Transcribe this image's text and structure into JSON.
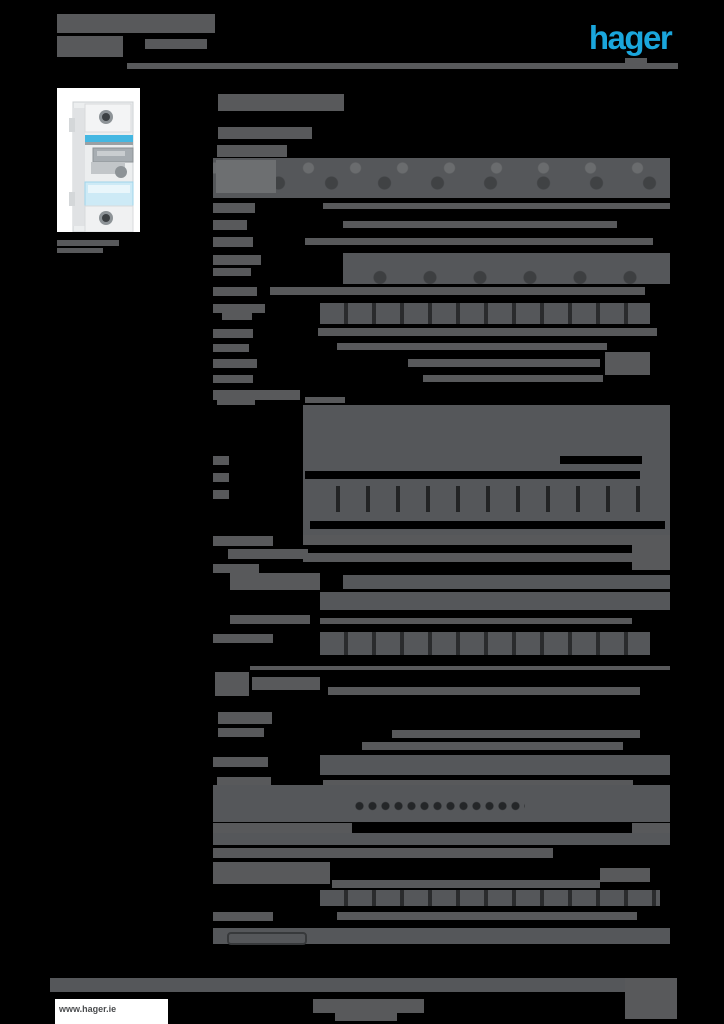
{
  "logo": {
    "text": "hager",
    "color": "#1AA6DC"
  },
  "footer": {
    "url": "www.hager.ie"
  },
  "product_image": {
    "name": "single-pole-mcb-product-photo",
    "colors": {
      "body": "#eceeef",
      "edge": "#cdd0d3",
      "stripe_blue": "#44b7e2",
      "label_cyan": "#cdeaf6",
      "toggle_gray": "#a7adb2",
      "screw": "#6e7478"
    }
  },
  "colors": {
    "background": "#000000",
    "redaction_gray": "#58595b",
    "band_gray": "#55575a",
    "accent_blue": "#1AA6DC",
    "footer_text": "#4a4c4e",
    "white": "#ffffff"
  },
  "redactions": {
    "note": "all body text of the datasheet is rasterized/illegible; bars replicate its layout",
    "bars": [
      [
        57,
        14,
        158,
        19,
        "bar"
      ],
      [
        57,
        36,
        66,
        21,
        "bar"
      ],
      [
        145,
        39,
        62,
        10,
        "bar"
      ],
      [
        127,
        63,
        551,
        6,
        "bar"
      ],
      [
        625,
        58,
        22,
        6,
        "bar"
      ],
      [
        57,
        240,
        62,
        6,
        "bar"
      ],
      [
        57,
        248,
        46,
        5,
        "bar"
      ],
      [
        218,
        94,
        126,
        17,
        "bar"
      ],
      [
        218,
        127,
        94,
        12,
        "bar"
      ],
      [
        217,
        145,
        70,
        12,
        "bar"
      ],
      [
        213,
        158,
        457,
        40,
        "band1"
      ],
      [
        216,
        160,
        60,
        33,
        "light"
      ],
      [
        213,
        203,
        42,
        10,
        "bar"
      ],
      [
        323,
        203,
        347,
        6,
        "bar"
      ],
      [
        213,
        220,
        34,
        10,
        "bar"
      ],
      [
        343,
        221,
        274,
        7,
        "bar"
      ],
      [
        213,
        237,
        40,
        10,
        "bar"
      ],
      [
        305,
        238,
        348,
        7,
        "bar"
      ],
      [
        213,
        255,
        48,
        10,
        "bar"
      ],
      [
        213,
        268,
        38,
        8,
        "bar"
      ],
      [
        343,
        253,
        327,
        31,
        "band2"
      ],
      [
        213,
        287,
        44,
        9,
        "bar"
      ],
      [
        270,
        287,
        375,
        8,
        "bar"
      ],
      [
        213,
        304,
        52,
        9,
        "bar"
      ],
      [
        222,
        313,
        30,
        7,
        "bar"
      ],
      [
        320,
        303,
        330,
        21,
        "ticks"
      ],
      [
        213,
        329,
        40,
        9,
        "bar"
      ],
      [
        318,
        328,
        339,
        8,
        "bar"
      ],
      [
        213,
        344,
        36,
        8,
        "bar"
      ],
      [
        337,
        343,
        270,
        7,
        "bar"
      ],
      [
        213,
        359,
        44,
        9,
        "bar"
      ],
      [
        408,
        359,
        192,
        8,
        "bar"
      ],
      [
        605,
        352,
        45,
        23,
        "bar"
      ],
      [
        213,
        375,
        40,
        8,
        "bar"
      ],
      [
        423,
        375,
        180,
        7,
        "bar"
      ],
      [
        213,
        390,
        87,
        10,
        "bar"
      ],
      [
        305,
        397,
        40,
        6,
        "bar"
      ],
      [
        217,
        396,
        38,
        9,
        "bar"
      ],
      [
        303,
        405,
        367,
        135,
        "band"
      ],
      [
        560,
        456,
        82,
        8,
        "blackbar"
      ],
      [
        305,
        471,
        335,
        8,
        "blackbar"
      ],
      [
        310,
        486,
        340,
        26,
        "ticks-on"
      ],
      [
        310,
        521,
        355,
        8,
        "blackbar"
      ],
      [
        213,
        456,
        16,
        9,
        "bar"
      ],
      [
        213,
        473,
        16,
        9,
        "bar"
      ],
      [
        213,
        490,
        16,
        9,
        "bar"
      ],
      [
        213,
        536,
        60,
        10,
        "bar"
      ],
      [
        228,
        549,
        80,
        10,
        "bar"
      ],
      [
        213,
        564,
        46,
        9,
        "bar"
      ],
      [
        303,
        535,
        367,
        10,
        "bar"
      ],
      [
        303,
        553,
        329,
        9,
        "bar"
      ],
      [
        632,
        545,
        38,
        25,
        "bar"
      ],
      [
        230,
        573,
        90,
        17,
        "bar"
      ],
      [
        343,
        575,
        327,
        14,
        "band"
      ],
      [
        320,
        592,
        350,
        18,
        "band"
      ],
      [
        230,
        615,
        80,
        9,
        "bar"
      ],
      [
        320,
        618,
        312,
        6,
        "bar"
      ],
      [
        213,
        634,
        60,
        9,
        "bar"
      ],
      [
        320,
        632,
        330,
        23,
        "ticks"
      ],
      [
        250,
        666,
        420,
        4,
        "bar"
      ],
      [
        215,
        672,
        34,
        24,
        "bar"
      ],
      [
        252,
        677,
        68,
        13,
        "bar"
      ],
      [
        328,
        687,
        312,
        8,
        "bar"
      ],
      [
        218,
        712,
        54,
        12,
        "bar"
      ],
      [
        218,
        728,
        46,
        9,
        "bar"
      ],
      [
        392,
        730,
        248,
        8,
        "bar"
      ],
      [
        362,
        742,
        261,
        8,
        "bar"
      ],
      [
        213,
        757,
        55,
        10,
        "bar"
      ],
      [
        320,
        755,
        350,
        20,
        "band"
      ],
      [
        217,
        777,
        54,
        9,
        "bar"
      ],
      [
        323,
        780,
        310,
        8,
        "bar"
      ],
      [
        213,
        785,
        457,
        37,
        "band"
      ],
      [
        353,
        800,
        172,
        12,
        "dotrow"
      ],
      [
        213,
        823,
        139,
        10,
        "bar"
      ],
      [
        632,
        823,
        38,
        10,
        "bar"
      ],
      [
        213,
        833,
        457,
        12,
        "band"
      ],
      [
        213,
        848,
        340,
        10,
        "bar"
      ],
      [
        213,
        862,
        117,
        22,
        "bar"
      ],
      [
        600,
        868,
        50,
        14,
        "bar"
      ],
      [
        332,
        880,
        268,
        8,
        "bar"
      ],
      [
        320,
        890,
        340,
        16,
        "ticks"
      ],
      [
        213,
        912,
        60,
        9,
        "bar"
      ],
      [
        337,
        912,
        300,
        8,
        "bar"
      ],
      [
        213,
        928,
        457,
        16,
        "band"
      ],
      [
        227,
        932,
        76,
        9,
        "outline"
      ],
      [
        50,
        978,
        627,
        14,
        "band"
      ],
      [
        625,
        978,
        52,
        41,
        "bar"
      ],
      [
        313,
        999,
        111,
        14,
        "bar"
      ],
      [
        335,
        1013,
        62,
        8,
        "bar"
      ]
    ]
  }
}
